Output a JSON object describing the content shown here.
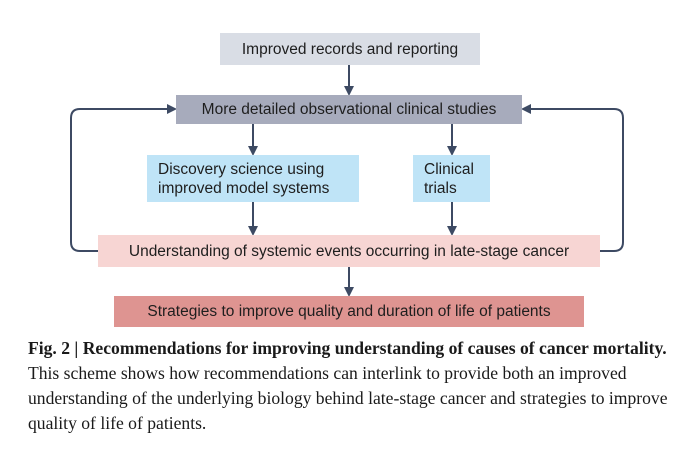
{
  "diagram": {
    "nodes": {
      "records": "Improved records and reporting",
      "observational": "More detailed observational clinical studies",
      "discovery": [
        "Discovery science using",
        "improved model systems"
      ],
      "trials": [
        "Clinical",
        "trials"
      ],
      "understanding": "Understanding of systemic events occurring in late-stage cancer",
      "strategies": "Strategies to improve quality and duration of life of patients"
    },
    "colors": {
      "records": "#d9dde5",
      "observational": "#a7abbc",
      "discovery": "#bfe4f7",
      "trials": "#bfe4f7",
      "understanding": "#f7d5d3",
      "strategies": "#de9491",
      "arrow": "#3d4a63"
    },
    "edges": [
      {
        "from": "records",
        "to": "observational"
      },
      {
        "from": "observational",
        "to": "discovery"
      },
      {
        "from": "observational",
        "to": "trials"
      },
      {
        "from": "discovery",
        "to": "understanding"
      },
      {
        "from": "trials",
        "to": "understanding"
      },
      {
        "from": "understanding",
        "to": "observational",
        "side": "left"
      },
      {
        "from": "understanding",
        "to": "observational",
        "side": "right"
      },
      {
        "from": "understanding",
        "to": "strategies"
      }
    ]
  },
  "caption": {
    "label": "Fig. 2 | ",
    "title": "Recommendations for improving understanding of causes of cancer mortality.",
    "text": " This scheme shows how recommendations can interlink to provide both an improved understanding of the underlying biology behind late-stage cancer and strategies to improve quality of life of patients."
  }
}
